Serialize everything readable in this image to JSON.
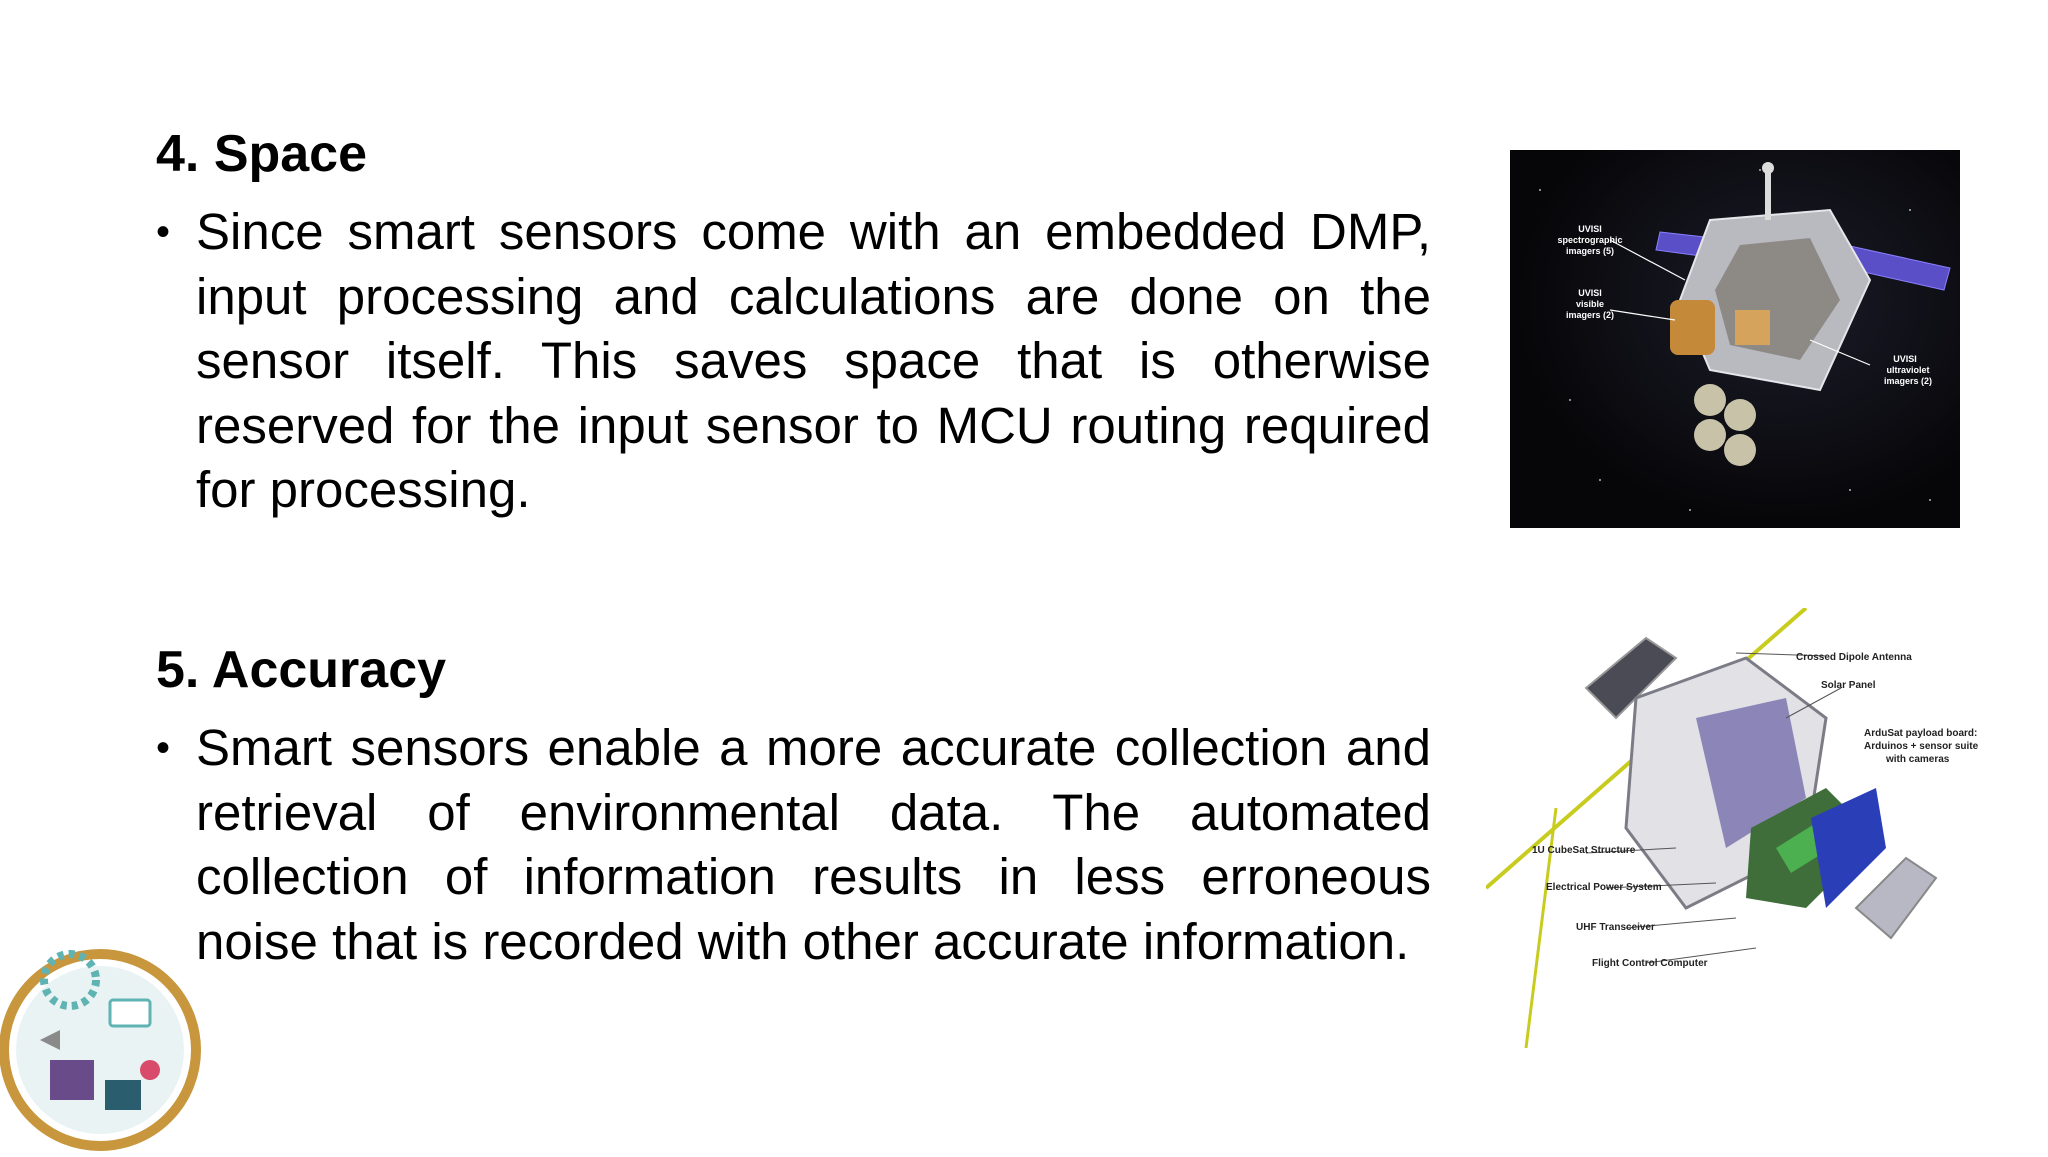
{
  "sections": [
    {
      "heading": "4. Space",
      "bullet": "Since smart sensors come with an embedded DMP, input processing and calculations are done on the sensor itself. This saves space that is otherwise reserved for the input sensor to MCU routing required for processing."
    },
    {
      "heading": "5. Accuracy",
      "bullet": "Smart sensors enable a more accurate collection and retrieval of environmental data. The automated collection of information results in less erroneous noise that is recorded with other accurate information."
    }
  ],
  "bullet_glyph": "•",
  "satellite_image": {
    "labels": {
      "spectro_1": "UVISI",
      "spectro_2": "spectrographic",
      "spectro_3": "imagers (5)",
      "visible_1": "UVISI",
      "visible_2": "visible",
      "visible_3": "imagers (2)",
      "uv_1": "UVISI",
      "uv_2": "ultraviolet",
      "uv_3": "imagers (2)"
    }
  },
  "cubesat_image": {
    "labels": {
      "antenna": "Crossed Dipole Antenna",
      "solar": "Solar Panel",
      "payload_1": "ArduSat payload board:",
      "payload_2": "Arduinos + sensor suite",
      "payload_3": "with cameras",
      "structure": "1U CubeSat Structure",
      "power": "Electrical Power System",
      "uhf": "UHF Transceiver",
      "fcc": "Flight Control Computer"
    }
  },
  "colors": {
    "text": "#000000",
    "background": "#ffffff",
    "solar_panel": "#5b4fc8",
    "logo_ring": "#c8963c",
    "logo_teal": "#5fb3b3"
  }
}
